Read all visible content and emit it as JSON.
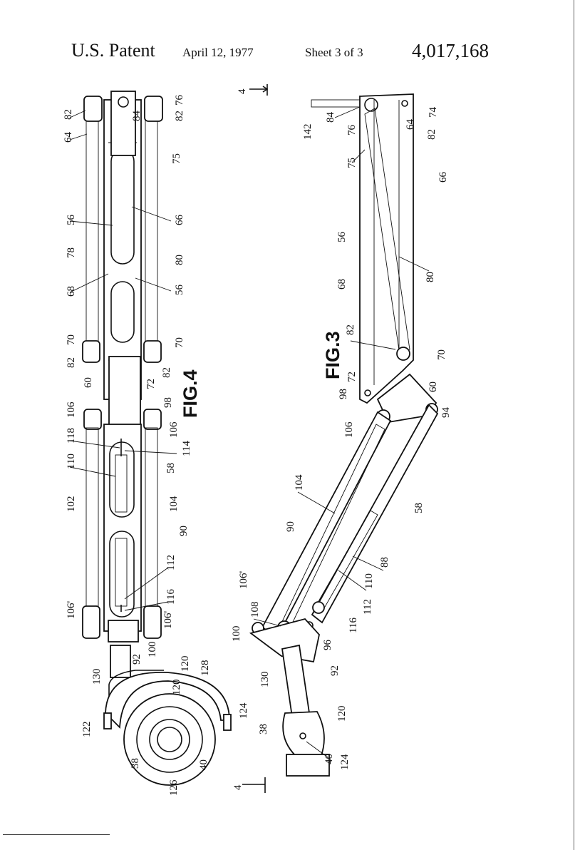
{
  "header": {
    "title": "U.S. Patent",
    "date": "April 12, 1977",
    "sheet": "Sheet 3 of 3",
    "patent_number": "4,017,168"
  },
  "figures": {
    "fig4": "FIG.4",
    "fig3": "FIG.3"
  },
  "fig4_refs": {
    "r82a": "82",
    "r64": "64",
    "r84": "84",
    "r76": "76",
    "r82b": "82",
    "r75": "75",
    "r56a": "56",
    "r66": "66",
    "r78": "78",
    "r68": "68",
    "r56b": "56",
    "r80": "80",
    "r70a": "70",
    "r70b": "70",
    "r82c": "82",
    "r82d": "82",
    "r60": "60",
    "r72": "72",
    "r98": "98",
    "r106a": "106",
    "r106b": "106",
    "r118": "118",
    "r114": "114",
    "r110": "110",
    "r58": "58",
    "r102": "102",
    "r104": "104",
    "r90": "90",
    "r112": "112",
    "r116": "116",
    "r106c": "106'",
    "r106d": "106'",
    "r100": "100",
    "r92": "92",
    "r120a": "120",
    "r128": "128",
    "r130": "130",
    "r120b": "120",
    "r124": "124",
    "r122": "122",
    "r38": "38",
    "r40": "40",
    "r126": "126"
  },
  "fig3_refs": {
    "r4a": "4",
    "r142": "142",
    "r84": "84",
    "r76": "76",
    "r64": "64",
    "r82a": "82",
    "r74": "74",
    "r75": "75",
    "r66": "66",
    "r56": "56",
    "r68": "68",
    "r80": "80",
    "r82b": "82",
    "r70": "70",
    "r72": "72",
    "r98": "98",
    "r60": "60",
    "r94": "94",
    "r106a": "106",
    "r104": "104",
    "r58": "58",
    "r90": "90",
    "r88": "88",
    "r110": "110",
    "r106b": "106'",
    "r108": "108",
    "r112": "112",
    "r116": "116",
    "r100": "100",
    "r96": "96",
    "r92": "92",
    "r130": "130",
    "r38": "38",
    "r120": "120",
    "r40": "40",
    "r124": "124",
    "r4b": "4"
  }
}
